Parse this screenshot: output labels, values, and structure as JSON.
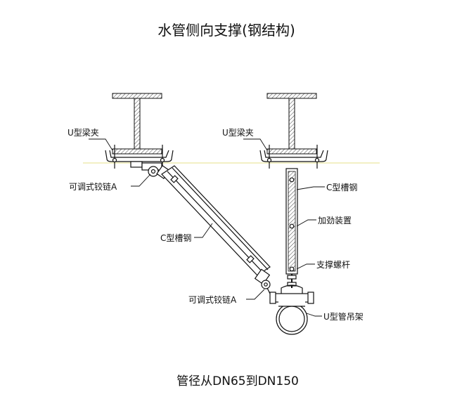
{
  "title": "水管侧向支撑(钢结构)",
  "caption": "管径从DN65到DN150",
  "labels": {
    "u_clamp_left": "U型梁夹",
    "u_clamp_right": "U型梁夹",
    "hinge_upper": "可调式铰链A",
    "hinge_lower": "可调式铰链A",
    "c_channel_diagonal": "C型槽钢",
    "c_channel_vertical": "C型槽钢",
    "stiffener": "加劲装置",
    "support_rod": "支撑螺杆",
    "u_pipe_hanger": "U型管吊架"
  },
  "colors": {
    "line": "#111111",
    "ceiling_line": "#e6e08a"
  }
}
